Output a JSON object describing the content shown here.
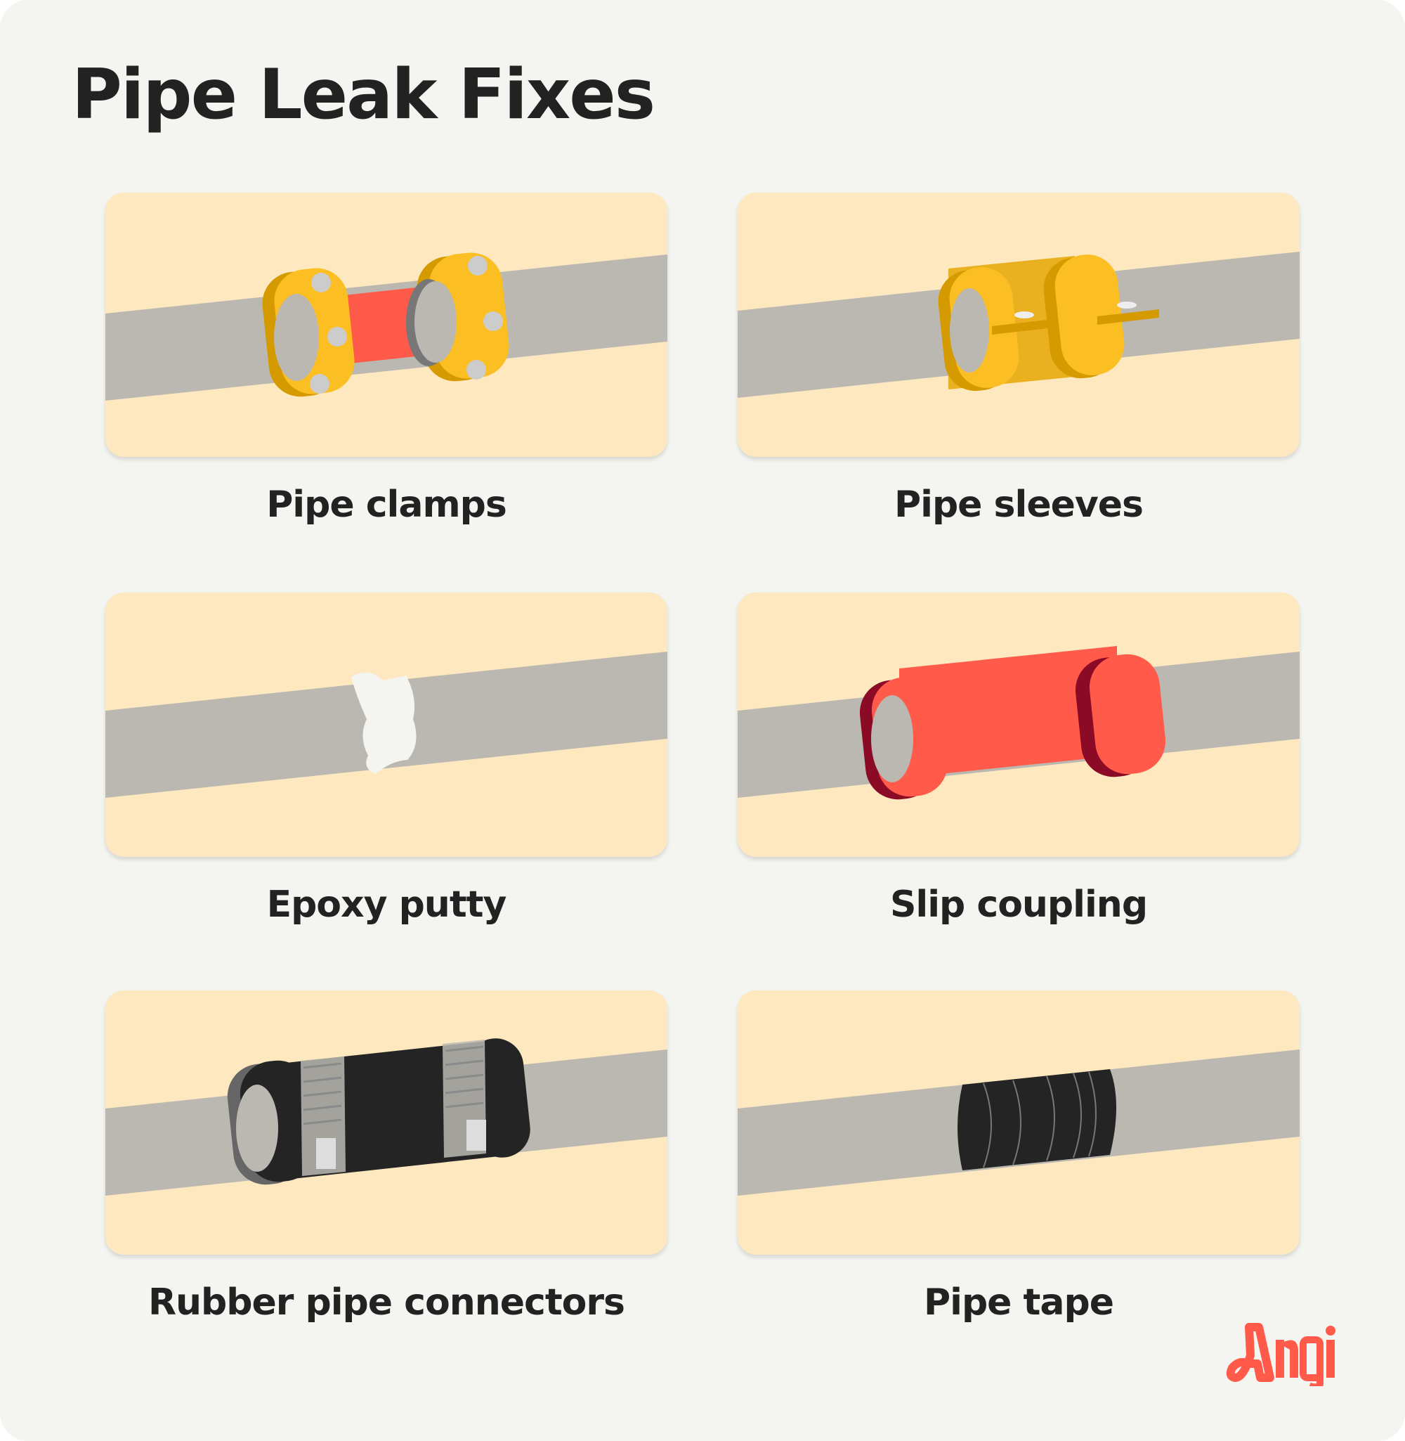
{
  "title": "Pipe Leak Fixes",
  "items": [
    {
      "label": "Pipe clamps"
    },
    {
      "label": "Pipe sleeves"
    },
    {
      "label": "Epoxy putty"
    },
    {
      "label": "Slip coupling"
    },
    {
      "label": "Rubber pipe connectors"
    },
    {
      "label": "Pipe tape"
    }
  ],
  "brand": {
    "logo_text": "Angi"
  },
  "colors": {
    "background": "#f4f4f0",
    "card": "#fde8c0",
    "pipe": "#bbb8b2",
    "accent": "#ff5a4a",
    "clamp": "#fbbf24"
  }
}
